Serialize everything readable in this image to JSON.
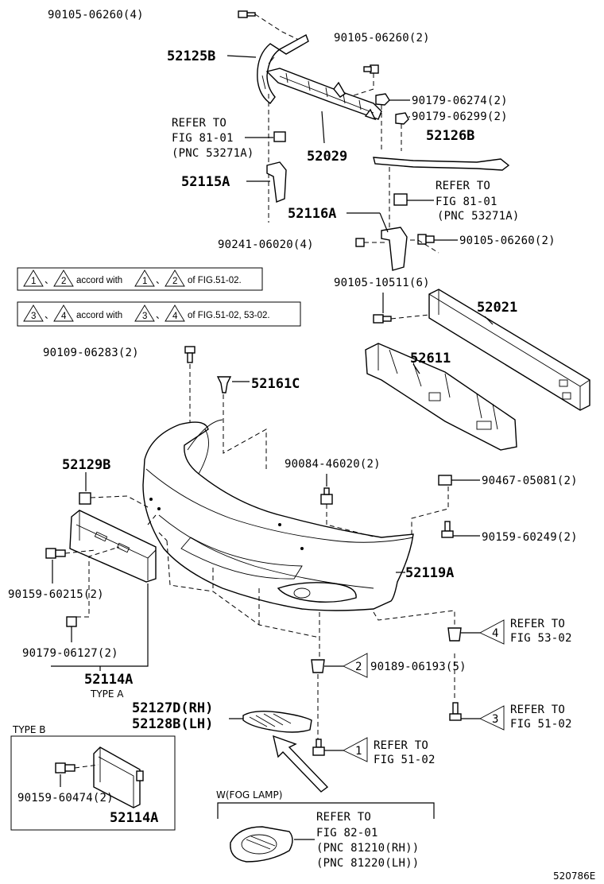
{
  "labels": {
    "p90105_06260_4": "90105-06260(4)",
    "p52125b": "52125B",
    "p90105_06260_2a": "90105-06260(2)",
    "p90179_06274": "90179-06274(2)",
    "p90179_06299": "90179-06299(2)",
    "p52029": "52029",
    "p52126b": "52126B",
    "p52115a": "52115A",
    "p52116a": "52116A",
    "p90241_06020": "90241-06020(4)",
    "p90105_06260_2b": "90105-06260(2)",
    "p90105_10511": "90105-10511(6)",
    "p52021": "52021",
    "p90109_06283": "90109-06283(2)",
    "p52611": "52611",
    "p52161c": "52161C",
    "p52129b": "52129B",
    "p90084_46020": "90084-46020(2)",
    "p90467_05081": "90467-05081(2)",
    "p90159_60249": "90159-60249(2)",
    "p52119a": "52119A",
    "p90159_60215": "90159-60215(2)",
    "p90179_06127": "90179-06127(2)",
    "p52114a": "52114A",
    "p90189_06193": "90189-06193(5)",
    "p52127d": "52127D(RH)",
    "p52128b": "52128B(LH)",
    "p90159_60474": "90159-60474(2)",
    "p52114a_b": "52114A",
    "type_a": "TYPE A",
    "type_b": "TYPE B",
    "fog_lamp": "W(FOG LAMP)",
    "fig_id": "520786E"
  },
  "refs": {
    "refer_to": "REFER TO",
    "ref1_fig": "FIG 81-01",
    "ref1_pnc": "(PNC 53271A)",
    "ref2_fig": "FIG 81-01",
    "ref2_pnc": "(PNC 53271A)",
    "ref_53_02": "FIG 53-02",
    "ref_51_02a": "FIG 51-02",
    "ref_51_02b": "FIG 51-02",
    "ref_82_fig": "FIG 82-01",
    "ref_82_pnc_rh": "(PNC 81210(RH))",
    "ref_82_pnc_lh": "(PNC 81220(LH))"
  },
  "notes": {
    "note1_a": "accord with",
    "note1_b": "of FIG.51-02.",
    "note2_a": "accord with",
    "note2_b": "of FIG.51-02, 53-02."
  },
  "markers": {
    "m1": "1",
    "m2": "2",
    "m3": "3",
    "m4": "4",
    "sep": "、"
  }
}
